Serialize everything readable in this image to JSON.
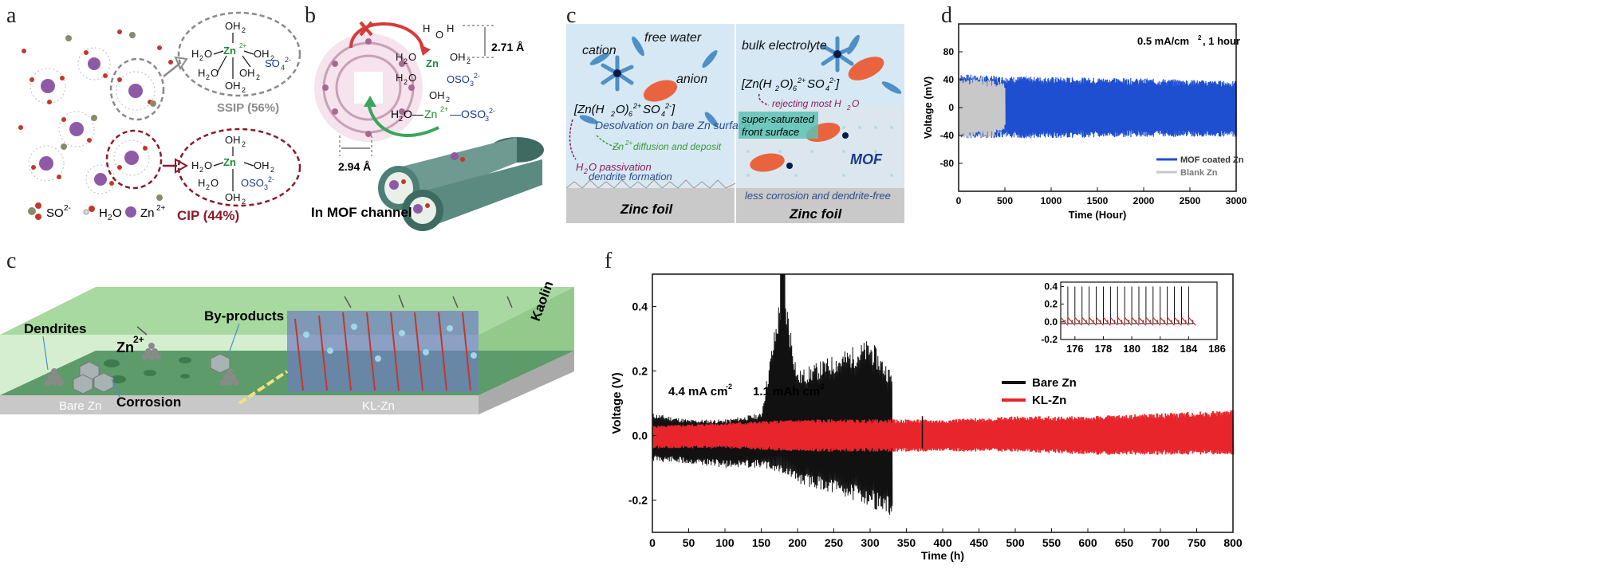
{
  "panels": {
    "a": {
      "label": "a",
      "ssip": "SSIP (56%)",
      "cip": "CIP (44%)",
      "legend": {
        "so4": "SO",
        "so4_sup": "2-",
        "h2o": "H",
        "h2o_sub": "2",
        "h2o_o": "O",
        "zn": "Zn",
        "zn_sup": "2+"
      },
      "colors": {
        "ssip": "#8a8a8a",
        "cip": "#8b1a2b"
      }
    },
    "b": {
      "label": "b",
      "dist1": "2.71 Å",
      "dist2": "2.94 Å",
      "channel": "In MOF channel"
    },
    "c_top": {
      "label": "c",
      "cation": "cation",
      "free_water": "free water",
      "anion": "anion",
      "complex": "[Zn(H",
      "desolvation": "Desolvation on bare Zn surface",
      "diffusion": "Zn",
      "diffusion_rest": " diffusion and deposit",
      "passivation": "H",
      "passivation_rest": "O passivation",
      "dendrite": "dendrite formation",
      "zinc_foil": "Zinc foil",
      "bulk": "bulk electrolyte",
      "rejecting": "rejecting most H",
      "super": "super-saturated",
      "front": "front surface",
      "mof": "MOF",
      "less": "less corrosion and dendrite-free"
    },
    "d": {
      "label": "d",
      "annotation": "0.5 mA/cm",
      "annotation_rest": ", 1 hour",
      "legend": [
        "MOF coated Zn",
        "Blank Zn"
      ],
      "colors": {
        "mof": "#1f4fd1",
        "blank": "#c8c8c8"
      }
    },
    "e": {
      "label": "c",
      "zn": "Zn",
      "zn_sup": "2+",
      "byproducts": "By-products",
      "dendrites": "Dendrites",
      "corrosion": "Corrosion",
      "kaolin": "Kaolin",
      "bare": "Bare Zn",
      "klzn": "KL-Zn"
    },
    "f": {
      "label": "f",
      "cond1": "4.4 mA cm",
      "cond2": "1.1 mAh cm",
      "sup": "-2",
      "legend": [
        "Bare Zn",
        "KL-Zn"
      ],
      "colors": {
        "bare": "#111111",
        "kl": "#e8252b"
      }
    }
  },
  "chart_data": [
    {
      "type": "line",
      "panel": "d",
      "xlabel": "Time (Hour)",
      "ylabel": "Voltage (mV)",
      "xlim": [
        0,
        3000
      ],
      "ylim": [
        -120,
        120
      ],
      "xticks": [
        0,
        500,
        1000,
        1500,
        2000,
        2500,
        3000
      ],
      "yticks": [
        -80,
        -40,
        0,
        40,
        80
      ],
      "series": [
        {
          "name": "MOF coated Zn",
          "x": [
            0,
            500,
            1000,
            1500,
            2000,
            2500,
            3000
          ],
          "upper": [
            48,
            45,
            44,
            43,
            42,
            40,
            38
          ],
          "lower": [
            -44,
            -44,
            -44,
            -43,
            -42,
            -42,
            -42
          ]
        },
        {
          "name": "Blank Zn",
          "x": [
            0,
            100,
            200,
            300,
            400,
            500
          ],
          "upper": [
            42,
            40,
            45,
            40,
            38,
            35
          ],
          "lower": [
            -42,
            -45,
            -40,
            -45,
            -40,
            -30
          ]
        }
      ],
      "grid": false,
      "legend": "bottom-right"
    },
    {
      "type": "line",
      "panel": "f",
      "xlabel": "Time (h)",
      "ylabel": "Voltage (V)",
      "xlim": [
        0,
        800
      ],
      "ylim": [
        -0.3,
        0.5
      ],
      "xticks": [
        0,
        50,
        100,
        150,
        200,
        250,
        300,
        350,
        400,
        450,
        500,
        550,
        600,
        650,
        700,
        750,
        800
      ],
      "yticks": [
        -0.2,
        0.0,
        0.2,
        0.4
      ],
      "series": [
        {
          "name": "Bare Zn",
          "x": [
            0,
            50,
            100,
            150,
            180,
            200,
            250,
            300,
            330
          ],
          "upper": [
            0.07,
            0.05,
            0.05,
            0.07,
            0.5,
            0.2,
            0.25,
            0.3,
            0.2
          ],
          "lower": [
            -0.08,
            -0.09,
            -0.1,
            -0.1,
            -0.12,
            -0.15,
            -0.18,
            -0.22,
            -0.26
          ]
        },
        {
          "name": "KL-Zn",
          "x": [
            0,
            100,
            200,
            300,
            400,
            500,
            600,
            700,
            800
          ],
          "upper": [
            0.03,
            0.04,
            0.05,
            0.05,
            0.05,
            0.06,
            0.06,
            0.07,
            0.08
          ],
          "lower": [
            -0.04,
            -0.04,
            -0.05,
            -0.05,
            -0.05,
            -0.05,
            -0.06,
            -0.06,
            -0.06
          ]
        }
      ],
      "grid": false,
      "legend": "bottom-right",
      "inset": {
        "xlim": [
          175,
          186
        ],
        "ylim": [
          -0.2,
          0.45
        ],
        "xticks": [
          176,
          178,
          180,
          182,
          184,
          186
        ],
        "yticks": [
          -0.2,
          0.0,
          0.2,
          0.4
        ],
        "bare_peak": 0.4,
        "kl_peak": 0.05
      }
    }
  ]
}
